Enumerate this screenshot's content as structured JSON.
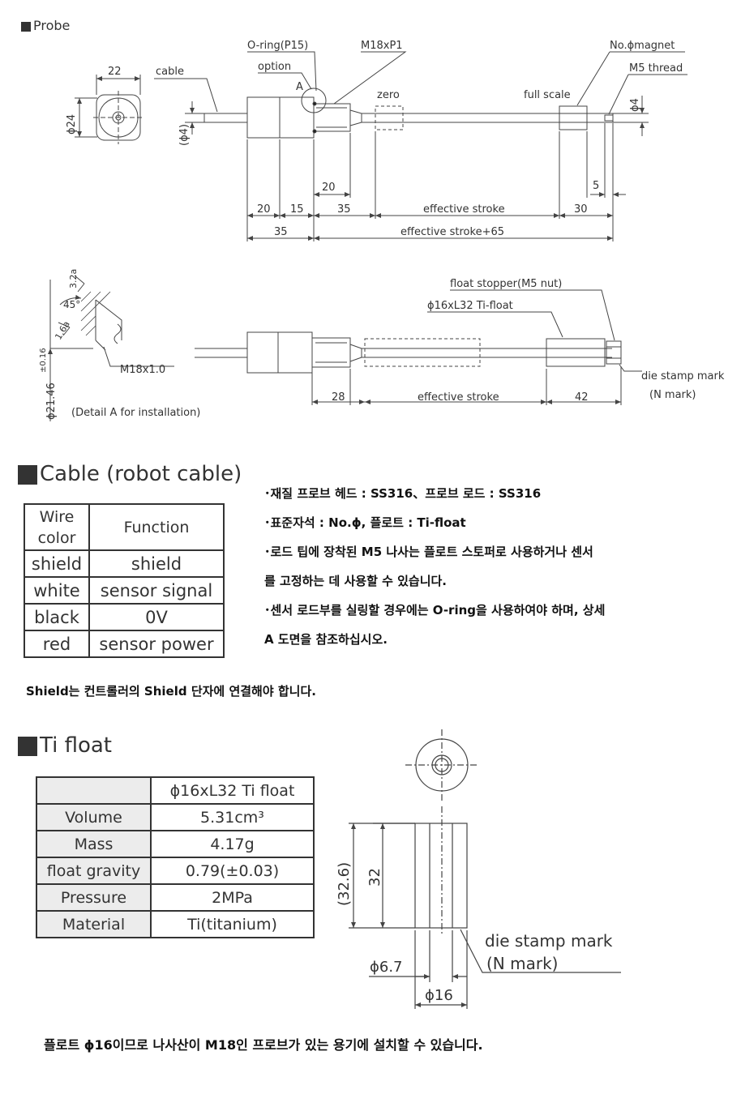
{
  "probe": {
    "section_title": "Probe",
    "labels": {
      "cable": "cable",
      "oring": "O-ring(P15)",
      "option": "option",
      "thread_m18": "M18xP1",
      "mark_a": "A",
      "zero": "zero",
      "full_scale": "full scale",
      "magnet": "No.ϕmagnet",
      "m5_thread": "M5 thread",
      "dim_22": "22",
      "dim_phi24": "ϕ24",
      "dim_phi4_paren": "(ϕ4)",
      "dim_phi4": "ϕ4",
      "dim_20a": "20",
      "dim_15": "15",
      "dim_35a": "35",
      "dim_20b": "20",
      "effective_stroke": "effective stroke",
      "dim_30": "30",
      "dim_5": "5",
      "dim_35b": "35",
      "effective_stroke_65": "effective stroke+65"
    },
    "detail": {
      "rough_32": "3.2a",
      "rough_16": "1.6a",
      "angle": "45°",
      "thread": "M18x1.0",
      "dia": "ϕ21.46",
      "tol": "±0.16",
      "caption": "(Detail A for installation)",
      "float_stopper": "float stopper(M5 nut)",
      "float": "ϕ16xL32 Ti-float",
      "die_mark": "die stamp mark",
      "n_mark": "(N mark)",
      "dim_28": "28",
      "effective_stroke": "effective stroke",
      "dim_42": "42"
    }
  },
  "cable": {
    "section_title": "Cable (robot cable)",
    "headers": [
      "Wire color",
      "Function"
    ],
    "rows": [
      [
        "shield",
        "shield"
      ],
      [
        "white",
        "sensor signal"
      ],
      [
        "black",
        "0V"
      ],
      [
        "red",
        "sensor power"
      ]
    ],
    "notes": [
      "･재질 프로브 헤드 : SS316、프로브 로드 : SS316",
      "･표준자석 : No.ϕ, 플로트 : Ti-float",
      "･로드 팁에 장착된 M5 나사는 플로트 스토퍼로 사용하거나 센서",
      "를 고정하는 데 사용할 수 있습니다.",
      "･센서 로드부를 실링할 경우에는 O-ring을 사용하여야 하며, 상세",
      "A 도면을 참조하십시오."
    ],
    "shield_note": "Shield는 컨트롤러의 Shield 단자에 연결해야 합니다."
  },
  "ti_float": {
    "section_title": "Ti float",
    "header": "ϕ16xL32 Ti float",
    "rows": [
      {
        "label": "Volume",
        "value": "5.31cm³"
      },
      {
        "label": "Mass",
        "value": "4.17g"
      },
      {
        "label": "float gravity",
        "value": "0.79(±0.03)"
      },
      {
        "label": "Pressure",
        "value": "2MPa"
      },
      {
        "label": "Material",
        "value": "Ti(titanium)"
      }
    ],
    "drawing": {
      "dim_32_6": "(32.6)",
      "dim_32": "32",
      "die_mark": "die stamp mark",
      "n_mark": "(N mark)",
      "dim_phi6_7": "ϕ6.7",
      "dim_phi16": "ϕ16"
    },
    "footer": "플로트 ϕ16이므로 나사산이 M18인 프로브가 있는 용기에 설치할 수 있습니다."
  }
}
